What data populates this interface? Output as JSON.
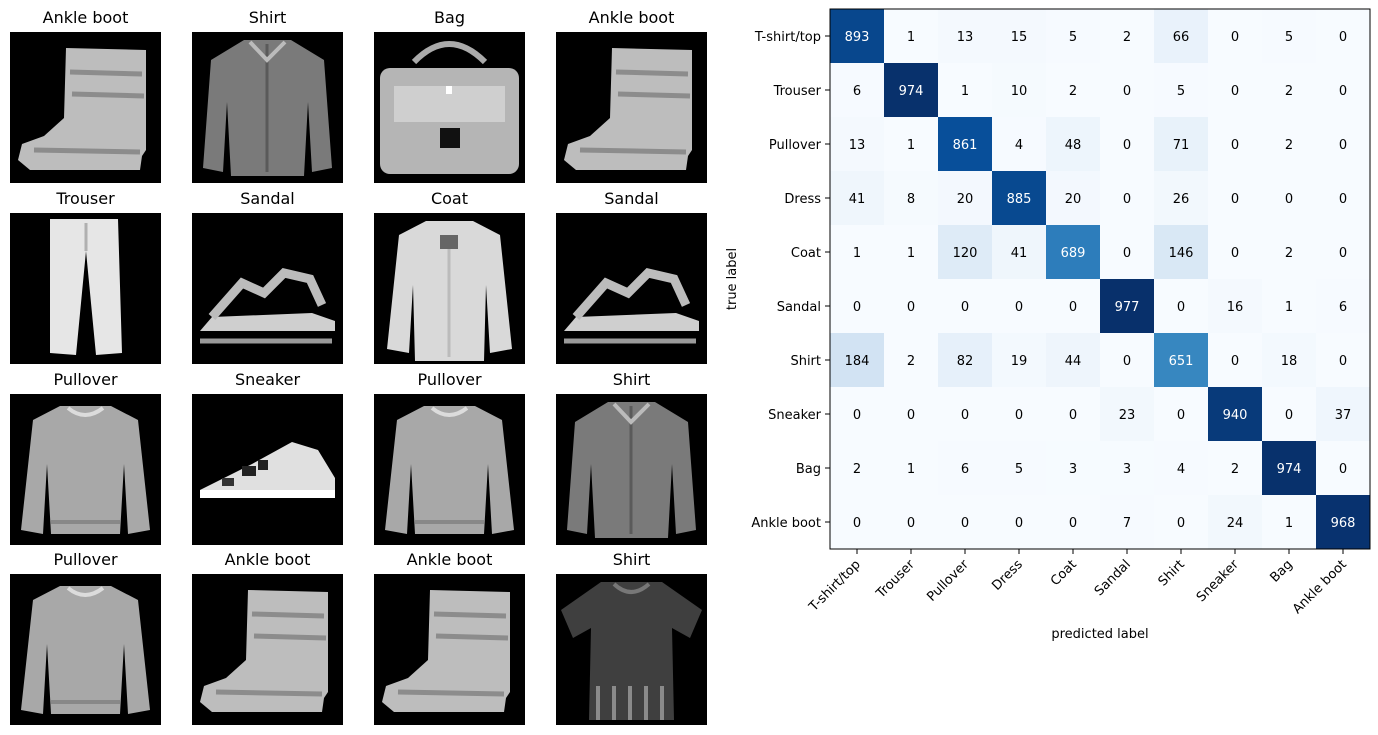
{
  "gallery": {
    "items": [
      {
        "label": "Ankle boot",
        "shape": "boot"
      },
      {
        "label": "Shirt",
        "shape": "shirt"
      },
      {
        "label": "Bag",
        "shape": "bag"
      },
      {
        "label": "Ankle boot",
        "shape": "boot"
      },
      {
        "label": "Trouser",
        "shape": "trouser"
      },
      {
        "label": "Sandal",
        "shape": "sandal"
      },
      {
        "label": "Coat",
        "shape": "coat"
      },
      {
        "label": "Sandal",
        "shape": "sandal"
      },
      {
        "label": "Pullover",
        "shape": "pullover"
      },
      {
        "label": "Sneaker",
        "shape": "sneaker"
      },
      {
        "label": "Pullover",
        "shape": "pullover"
      },
      {
        "label": "Shirt",
        "shape": "shirt"
      },
      {
        "label": "Pullover",
        "shape": "pullover"
      },
      {
        "label": "Ankle boot",
        "shape": "boot"
      },
      {
        "label": "Ankle boot",
        "shape": "boot"
      },
      {
        "label": "Shirt",
        "shape": "tshirt"
      }
    ]
  },
  "chart_data": {
    "type": "heatmap",
    "colormap": "Blues",
    "xlabel": "predicted label",
    "ylabel": "true label",
    "x_categories": [
      "T-shirt/top",
      "Trouser",
      "Pullover",
      "Dress",
      "Coat",
      "Sandal",
      "Shirt",
      "Sneaker",
      "Bag",
      "Ankle boot"
    ],
    "y_categories": [
      "T-shirt/top",
      "Trouser",
      "Pullover",
      "Dress",
      "Coat",
      "Sandal",
      "Shirt",
      "Sneaker",
      "Bag",
      "Ankle boot"
    ],
    "values": [
      [
        893,
        1,
        13,
        15,
        5,
        2,
        66,
        0,
        5,
        0
      ],
      [
        6,
        974,
        1,
        10,
        2,
        0,
        5,
        0,
        2,
        0
      ],
      [
        13,
        1,
        861,
        4,
        48,
        0,
        71,
        0,
        2,
        0
      ],
      [
        41,
        8,
        20,
        885,
        20,
        0,
        26,
        0,
        0,
        0
      ],
      [
        1,
        1,
        120,
        41,
        689,
        0,
        146,
        0,
        2,
        0
      ],
      [
        0,
        0,
        0,
        0,
        0,
        977,
        0,
        16,
        1,
        6
      ],
      [
        184,
        2,
        82,
        19,
        44,
        0,
        651,
        0,
        18,
        0
      ],
      [
        0,
        0,
        0,
        0,
        0,
        23,
        0,
        940,
        0,
        37
      ],
      [
        2,
        1,
        6,
        5,
        3,
        3,
        4,
        2,
        974,
        0
      ],
      [
        0,
        0,
        0,
        0,
        0,
        7,
        0,
        24,
        1,
        968
      ]
    ]
  }
}
